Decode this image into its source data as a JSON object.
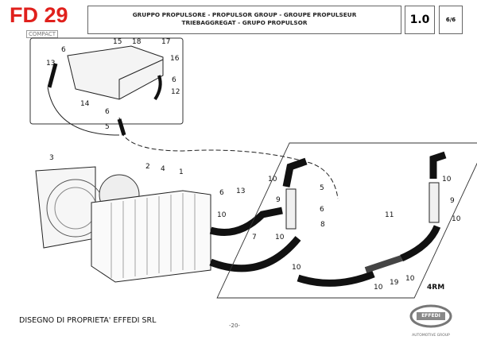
{
  "header": {
    "model": "FD 29",
    "model_sub": "COMPACT",
    "title_line1": "GRUPPO PROPULSORE - PROPULSOR GROUP - GROUPE PROPULSEUR",
    "title_line2": "TRIEBAGGREGAT - GRUPO PROPULSOR",
    "section": "1.0",
    "page": "6/6"
  },
  "footer": {
    "owner": "DISEGNO DI PROPRIETA' EFFEDI SRL",
    "page_number": "-20-",
    "brand": "EFFEDI",
    "brand_sub": "AUTOMOTIVE GROUP"
  },
  "diagram": {
    "callouts": [
      "15",
      "18",
      "17",
      "16",
      "6",
      "13",
      "14",
      "6",
      "12",
      "6",
      "5",
      "3",
      "2",
      "4",
      "1",
      "6",
      "13",
      "10",
      "10",
      "7",
      "9",
      "10",
      "5",
      "6",
      "8",
      "10",
      "19",
      "10",
      "10",
      "11",
      "10",
      "9",
      "10"
    ],
    "variant_label": "4RM"
  },
  "colors": {
    "brand_red": "#e0201c"
  }
}
